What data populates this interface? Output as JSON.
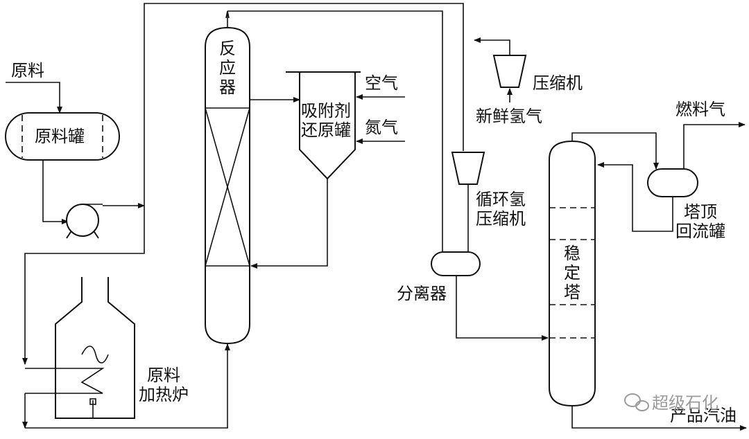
{
  "labels": {
    "feed": "原料",
    "feed_tank": "原料罐",
    "reactor_1": "反",
    "reactor_2": "应",
    "reactor_3": "器",
    "adsorbent_1": "吸附剂",
    "adsorbent_2": "还原罐",
    "air": "空气",
    "nitrogen": "氮气",
    "compressor": "压缩机",
    "fresh_hydrogen": "新鲜氢气",
    "recycle_1": "循环氢",
    "recycle_2": "压缩机",
    "separator": "分离器",
    "fuel_gas": "燃料气",
    "reflux_1": "塔顶",
    "reflux_2": "回流罐",
    "stab_1": "稳",
    "stab_2": "定",
    "stab_3": "塔",
    "heater_1": "原料",
    "heater_2": "加热炉",
    "product": "产品汽油"
  },
  "watermark": "超级石化"
}
